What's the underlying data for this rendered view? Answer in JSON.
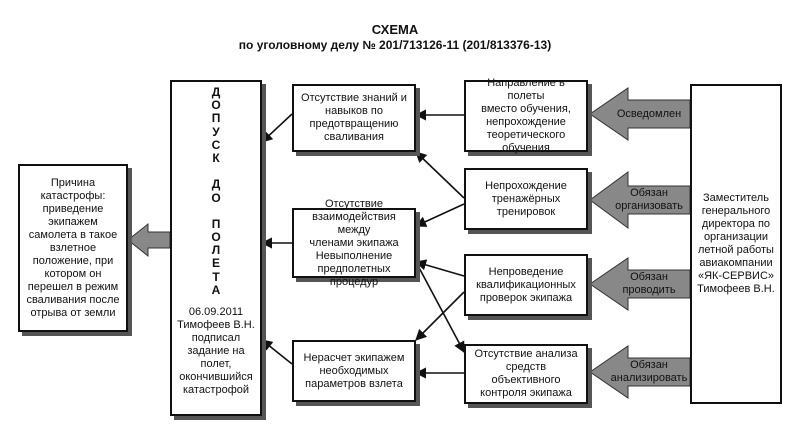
{
  "header": {
    "title": "СХЕМА",
    "subtitle": "по уголовному делу № 201/713126-11 (201/813376-13)"
  },
  "cause_box": "Причина\nкатастрофы:\nприведение\nэкипажем\nсамолета в такое\nвзлетное\nположение, при\nкотором он\nперешел в режим\nсваливания после\nотрыва от земли",
  "admission": {
    "vertical_chars": [
      "Д",
      "О",
      "П",
      "У",
      "С",
      "К",
      "",
      "Д",
      "О",
      "",
      "П",
      "О",
      "Л",
      "Е",
      "Т",
      "А"
    ],
    "text": "06.09.2011\nТимофеев В.Н.\nподписал\nзадание на\nполет,\nокончившийся\nкатастрофой"
  },
  "middle_boxes": [
    "Отсутствие знаний и\nнавыков по\nпредотвращению\nсваливания",
    "Отсутствие\nвзаимодействия между\nчленами экипажа\nНевыполнение\nпредполетных процедур",
    "Нерасчет экипажем\nнеобходимых\nпараметров взлета"
  ],
  "right_boxes": [
    "Направление в полеты\nвместо обучения,\nнепрохождение\nтеоретического\nобучения",
    "Непрохождение\nтренажёрных\nтренировок",
    "Непроведение\nквалификационных\nпроверок экипажа",
    "Отсутствие анализа\nсредств объективного\nконтроля экипажа"
  ],
  "arrow_labels": [
    "Осведомлен",
    "Обязан\nорганизовать",
    "Обязан\nпроводить",
    "Обязан\nанализировать"
  ],
  "deputy_box": "Заместитель\nгенерального\nдиректора по\nорганизации\nлетной работы\nавиакомпании\n«ЯК-СЕРВИС»\nТимофеев В.Н.",
  "colors": {
    "line": "#111111",
    "shadow": "#555555",
    "arrow_fill": "#888888",
    "arrow_stroke": "#333333"
  }
}
